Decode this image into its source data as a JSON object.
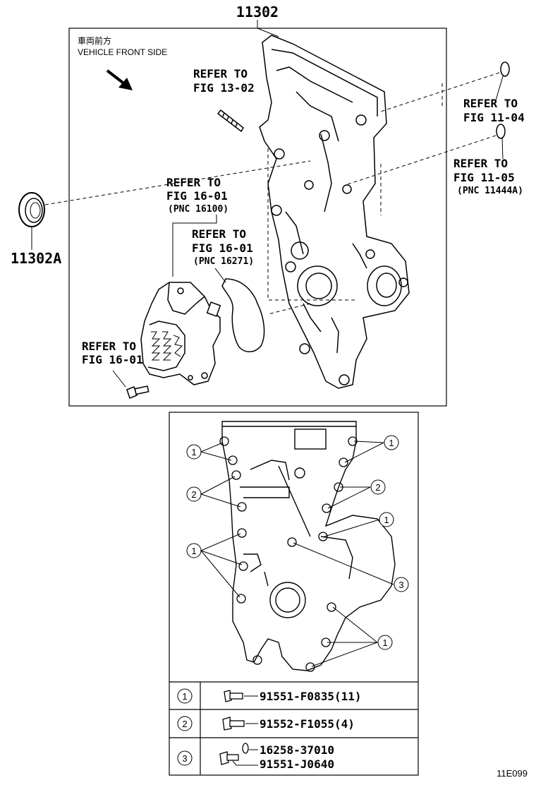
{
  "part_number_main": "11302",
  "part_number_seal": "11302A",
  "diagram_code": "11E099",
  "orientation": {
    "jp": "車両前方",
    "en": "VEHICLE FRONT SIDE"
  },
  "refs": {
    "fig_13_02": [
      "REFER TO",
      "FIG 13-02"
    ],
    "fig_11_04": [
      "REFER TO",
      "FIG 11-04"
    ],
    "fig_11_05": [
      "REFER TO",
      "FIG 11-05",
      "(PNC 11444A)"
    ],
    "fig_16_01_a": [
      "REFER TO",
      "FIG 16-01",
      "(PNC 16100)"
    ],
    "fig_16_01_b": [
      "REFER TO",
      "FIG 16-01",
      "(PNC 16271)"
    ],
    "fig_16_01_c": [
      "REFER TO",
      "FIG 16-01"
    ]
  },
  "callouts": [
    "1",
    "2",
    "3"
  ],
  "legend": [
    {
      "num": "1",
      "parts": [
        "91551-F0835(11)"
      ]
    },
    {
      "num": "2",
      "parts": [
        "91552-F1055(4)"
      ]
    },
    {
      "num": "3",
      "parts": [
        "16258-37010",
        "91551-J0640"
      ]
    }
  ]
}
